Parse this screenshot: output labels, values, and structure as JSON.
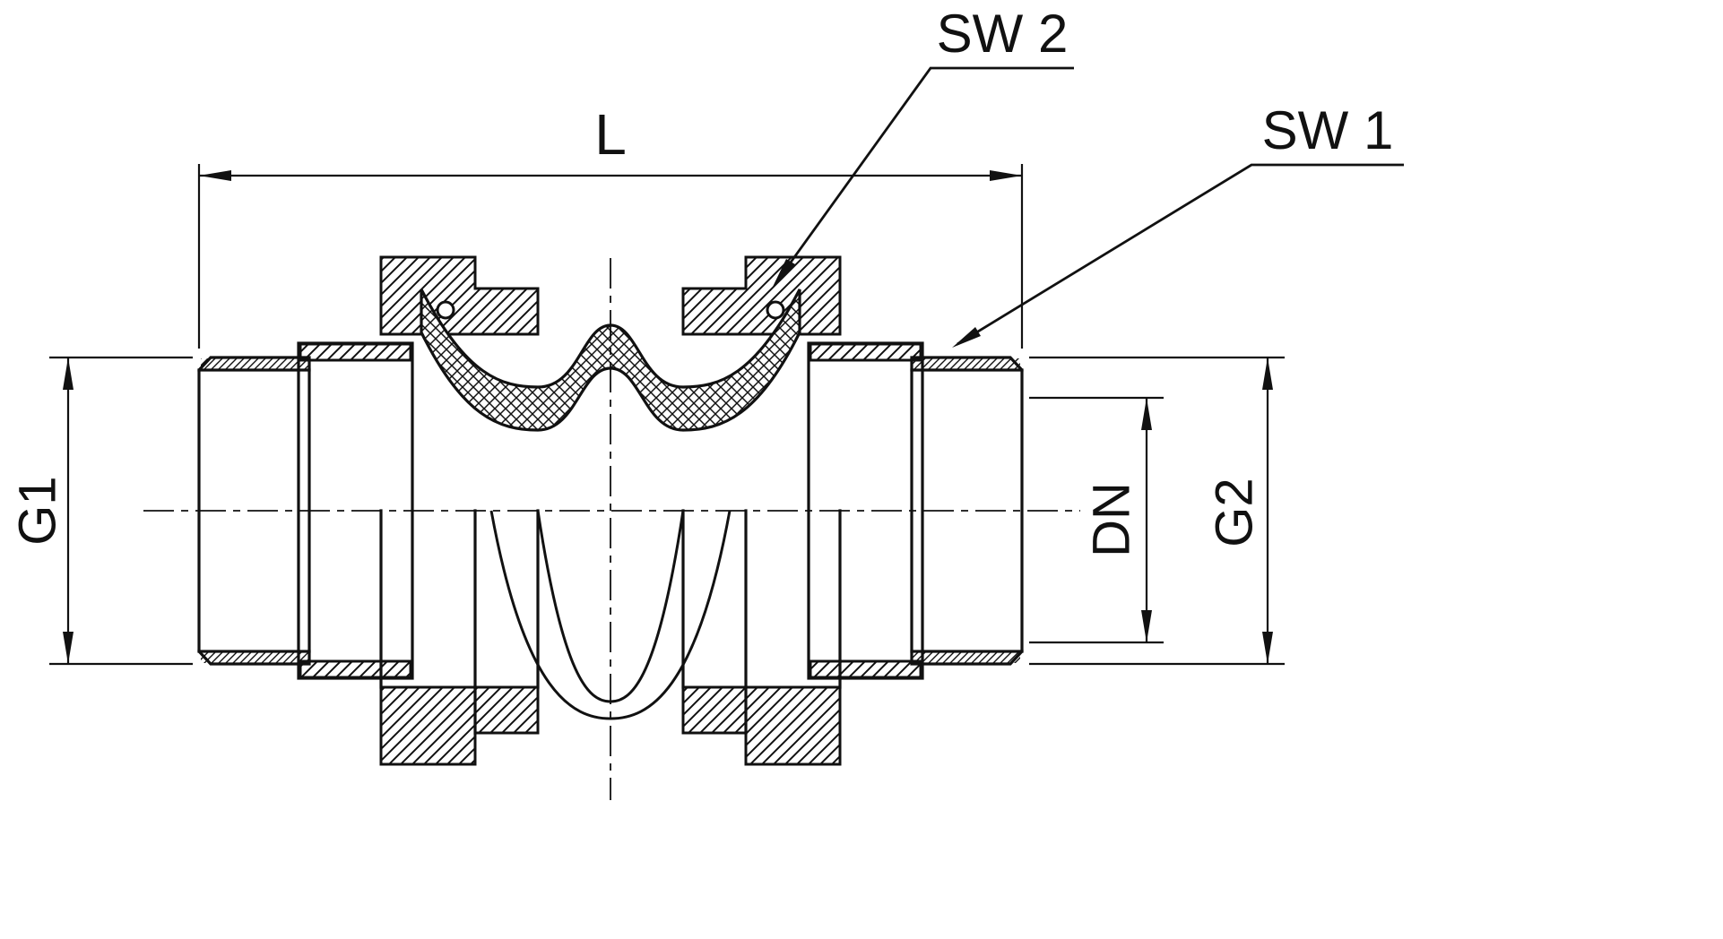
{
  "page": {
    "background": "#ffffff",
    "ink": "#111111"
  },
  "drawing": {
    "kind": "threaded-expansion-joint-cross-section",
    "labels": {
      "sw2": "SW 2",
      "sw1": "SW 1",
      "length": "L",
      "g1": "G1",
      "dn": "DN",
      "g2": "G2"
    }
  }
}
